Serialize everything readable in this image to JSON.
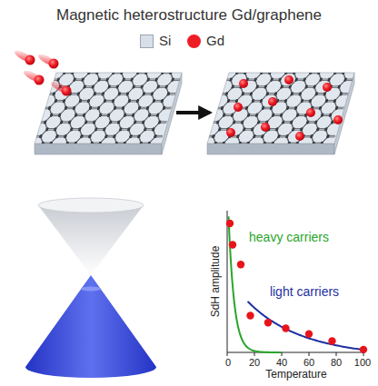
{
  "diagram": {
    "title": "Magnetic heterostructure Gd/graphene",
    "labels": [
      "heavy carriers",
      "light carriers",
      "SdH amplitude",
      "Temperature",
      "0",
      "20",
      "40",
      "60",
      "80",
      "100"
    ],
    "legend": [
      {
        "text": "Si",
        "color": "#d8dfe8"
      },
      {
        "text": "Gd",
        "color": "#ee1c25"
      }
    ]
  }
}
